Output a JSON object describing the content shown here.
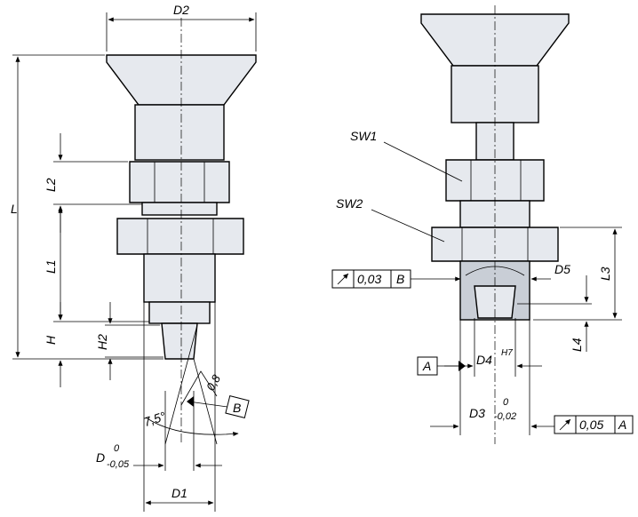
{
  "drawing": {
    "labels": {
      "L": "L",
      "L1": "L1",
      "L2": "L2",
      "L3": "L3",
      "L4": "L4",
      "H": "H",
      "H2": "H2",
      "D": "D",
      "D_tol_upper": "0",
      "D_tol_lower": "-0,05",
      "D1": "D1",
      "D2": "D2",
      "D3": "D3",
      "D3_tol_upper": "0",
      "D3_tol_lower": "-0,02",
      "D4": "D4",
      "D4_fit": "H7",
      "D5": "D5",
      "SW1": "SW1",
      "SW2": "SW2",
      "angle": "7,5°",
      "roughness": "0,8",
      "datum_A": "A",
      "datum_B": "B",
      "runout_1_value": "0,03",
      "runout_1_datum": "B",
      "runout_2_value": "0,05",
      "runout_2_datum": "A"
    }
  }
}
